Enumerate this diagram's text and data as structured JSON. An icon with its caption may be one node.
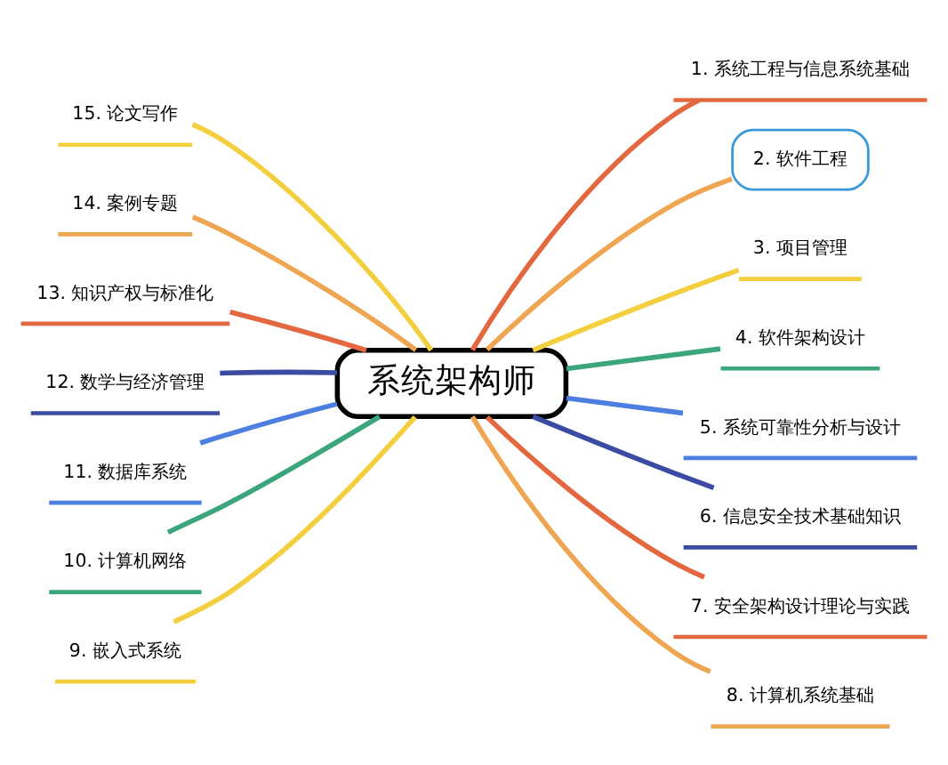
{
  "diagram": {
    "nodes": [
      {
        "text": [
          "系统架构师"
        ]
      },
      {
        "text": [
          "1. 系统工程与信息系统基础"
        ]
      },
      {
        "text": [
          "2. 软件工程"
        ]
      },
      {
        "text": [
          "3. 项目管理"
        ]
      },
      {
        "text": [
          "4. 软件架构设计"
        ]
      },
      {
        "text": [
          "5. 系统可靠性分析与设计"
        ]
      },
      {
        "text": [
          "6. 信息安全技术基础知识"
        ]
      },
      {
        "text": [
          "7. 安全架构设计理论与实践"
        ]
      },
      {
        "text": [
          "8. 计算机系统基础"
        ]
      },
      {
        "text": [
          "9. 嵌入式系统"
        ]
      },
      {
        "text": [
          "10. 计算机网络"
        ]
      },
      {
        "text": [
          "11. 数据库系统"
        ]
      },
      {
        "text": [
          "12. 数学与经济管理"
        ]
      },
      {
        "text": [
          "13. 知识产权与标准化"
        ]
      },
      {
        "text": [
          "14. 案例专题"
        ]
      },
      {
        "text": [
          "15. 论文写作"
        ]
      }
    ],
    "edges": [
      {
        "from": 0,
        "to": 1,
        "arrow": "none",
        "color": "#e4683f"
      },
      {
        "from": 0,
        "to": 2,
        "arrow": "none",
        "color": "#efa653"
      },
      {
        "from": 0,
        "to": 3,
        "arrow": "none",
        "color": "#f3cf3f"
      },
      {
        "from": 0,
        "to": 4,
        "arrow": "none",
        "color": "#3ba57c"
      },
      {
        "from": 0,
        "to": 5,
        "arrow": "none",
        "color": "#4c7fe0"
      },
      {
        "from": 0,
        "to": 6,
        "arrow": "none",
        "color": "#3b4ba3"
      },
      {
        "from": 0,
        "to": 7,
        "arrow": "none",
        "color": "#e4683f"
      },
      {
        "from": 0,
        "to": 8,
        "arrow": "none",
        "color": "#efa653"
      },
      {
        "from": 0,
        "to": 9,
        "arrow": "none",
        "color": "#f3cf3f"
      },
      {
        "from": 0,
        "to": 10,
        "arrow": "none",
        "color": "#3ba57c"
      },
      {
        "from": 0,
        "to": 11,
        "arrow": "none",
        "color": "#4c7fe0"
      },
      {
        "from": 0,
        "to": 12,
        "arrow": "none",
        "color": "#3b4ba3"
      },
      {
        "from": 0,
        "to": 13,
        "arrow": "none",
        "color": "#e4683f"
      },
      {
        "from": 0,
        "to": 14,
        "arrow": "none",
        "color": "#efa653"
      },
      {
        "from": 0,
        "to": 15,
        "arrow": "none",
        "color": "#f3cf3f"
      }
    ]
  }
}
